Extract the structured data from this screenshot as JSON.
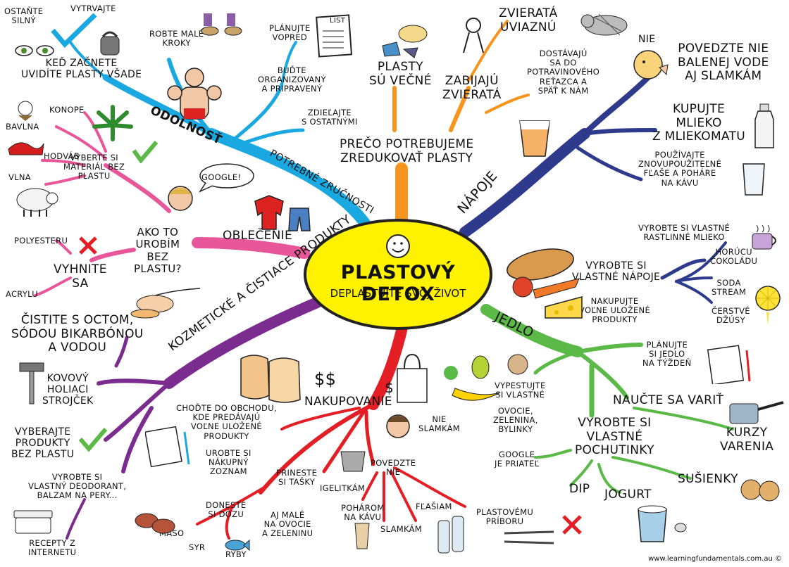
{
  "center": {
    "title": "PLASTOVÝ DETOX",
    "subtitle": "DEPLASTUJTE SVOJ ŽIVOT"
  },
  "colors": {
    "skills": "#1aa8e0",
    "why": "#f7941d",
    "drinks": "#2e3a8c",
    "food": "#5bb947",
    "shopping": "#e31e24",
    "cosmetics": "#7a2d8f",
    "how": "#e8569a",
    "center": "#fff200"
  },
  "skills": {
    "label": "ODOLNOSŤ",
    "branch_label": "POTREBNÉ ZRUČNOSTI",
    "stay_strong": "OSTAŇTE\nSILNÝ",
    "persevere": "VYTRVAJTE",
    "when_start": "KEĎ ZAČNETE\nUVIDÍTE PLASTY VŠADE",
    "small_steps": "ROBTE MALÉ\nKROKY",
    "plan": "PLÁNUJTE\nVOPRED",
    "list_label": "LIST",
    "organized": "BUĎTE\nORGANIZOVANÝ\nA PRIPRAVENÝ",
    "share": "ZDIEĽAJTE\nS OSTATNÝMI"
  },
  "why": {
    "label": "PREČO POTREBUJEME\nZREDUKOVAŤ PLASTY",
    "forever": "PLASTY\nSÚ VEČNÉ",
    "kill": "ZABIJAJÚ\nZVIERATÁ",
    "trapped": "ZVIERATÁ\nUVIAZNÚ",
    "chain": "DOSTÁVAJÚ\nSA DO\nPOTRAVINOVÉHO\nREŤAZCA A\nSPÄŤ K NÁM"
  },
  "drinks": {
    "label": "NÁPOJE",
    "no": "NIE",
    "say_no": "POVEDZTE NIE\nBALENEJ VODE\nAJ SLAMKÁM",
    "milk": "KUPUJTE\nMLIEKO\nZ MLIEKOMATU",
    "reuse": "POUŽÍVAJTE\nZNOVUPOUŽITEĽNÉ\nFĽAŠE A POHÁRE\nNA KÁVU",
    "make_own": "VYROBTE SI\nVLASTNÉ NÁPOJE",
    "plant_milk": "VYROBTE SI VLASTNÉ\nRASTLINNÉ MLIEKO",
    "hot_choc": "HORÚCU\nČOKOLÁDU",
    "soda": "SODA\nSTREAM",
    "juice": "ČERSTVÉ\nDŽÚSY"
  },
  "food": {
    "label": "JEDLO",
    "bulk": "NAKUPUJTE\nVOĽNE ULOŽENÉ\nPRODUKTY",
    "plan": "PLÁNUJTE\nSI JEDLO\nNA TÝŽDEŇ",
    "grow": "VYPESTUJTE\nSI VLASTNÉ",
    "veg": "OVOCIE,\nZELENINA,\nBYLINKY",
    "cook": "NAUČTE SA VARIŤ",
    "courses": "KURZY\nVARENIA",
    "snacks": "VYROBTE SI\nVLASTNÉ\nPOCHUTINKY",
    "google": "GOOGLE\nJE PRIATEĽ",
    "cookies": "SUŠIENKY",
    "yogurt": "JOGURT",
    "dip": "DIP"
  },
  "shopping": {
    "label": "NAKUPOVANIE",
    "money": "$$",
    "money_small": "$",
    "no_straws": "NIE\nSLAMKÁM",
    "shops": "CHOĎTE DO OBCHODU,\nKDE PREDÁVAJÚ\nVOĽNE ULOŽENÉ\nPRODUKTY",
    "list": "UROBTE SI\nNÁKUPNÝ\nZOZNAM",
    "bags": "PRINESTE\nSI TAŠKY",
    "say_no": "POVEDZTE\nNIE",
    "plastic_bag": "IGELITKÁM",
    "cups": "POHÁROM\nNA KÁVU",
    "bottles": "FĽAŠIAM",
    "straws": "SLAMKÁM",
    "cutlery": "PLASTOVÉMU\nPRÍBORU",
    "small_veg": "AJ MALÉ\nNA OVOCIE\nA ZELENINU",
    "box": "DONESTE\nSI DÓZU",
    "meat": "MÄSO",
    "cheese": "SYR",
    "fish": "RYBY"
  },
  "cosmetics": {
    "label": "KOZMETICKÉ A\nČISTIACE PRODUKTY",
    "clean": "ČISTITE S OCTOM,\nSÓDOU BIKARBÓNOU\nA VODOU",
    "razor": "KOVOVÝ\nHOLIACI\nSTROJČEK",
    "choose": "VYBERAJTE\nPRODUKTY\nBEZ PLASTU",
    "deodorant": "VYROBTE SI\nVLASTNÝ DEODORANT,\nBALZAM NA PERY...",
    "recipes": "RECEPTY Z\nINTERNETU"
  },
  "how": {
    "label": "AKO TO\nUROBÍM\nBEZ\nPLASTU?",
    "clothes": "OBLEČENIE",
    "google": "GOOGLE!",
    "choose": "VYBERTE SI\nMATERIÁL BEZ\nPLASTU",
    "hemp": "KONOPE",
    "cotton": "BAVLNA",
    "silk": "HODVÁB",
    "wool": "VLNA",
    "avoid": "VYHNITE\nSA",
    "polyester": "POLYESTERU",
    "acrylic": "ACRYLU"
  },
  "credit": "www.learningfundamentals.com.au ©"
}
